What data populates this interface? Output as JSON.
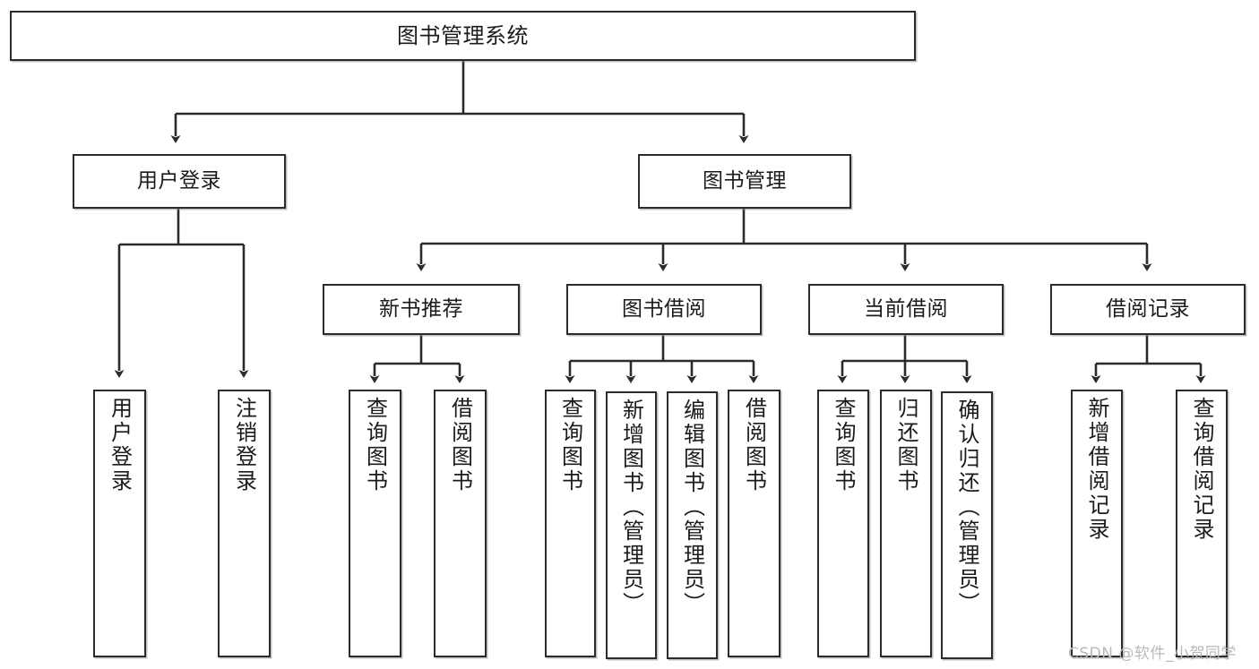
{
  "diagram": {
    "title": "图书管理系统",
    "type": "hierarchy-tree",
    "watermark": "CSDN @软件_小贺同学",
    "colors": {
      "box_border": "#2b2b2b",
      "box_fill": "#ffffff",
      "edge": "#2b2b2b",
      "text": "#1b1b1b",
      "watermark": "#b9b9b9"
    },
    "levels": {
      "root": [
        "图书管理系统"
      ],
      "level2": [
        "用户登录",
        "图书管理"
      ],
      "level3": [
        "新书推荐",
        "图书借阅",
        "当前借阅",
        "借阅记录"
      ],
      "leaves": [
        "用户登录",
        "注销登录",
        "查询图书",
        "借阅图书",
        "查询图书",
        "新增图书（管理员）",
        "编辑图书（管理员）",
        "借阅图书",
        "查询图书",
        "归还图书",
        "确认归还（管理员）",
        "新增借阅记录",
        "查询借阅记录"
      ]
    },
    "nodes": {
      "root": {
        "label": "图书管理系统"
      },
      "user_login": {
        "label": "用户登录"
      },
      "book_manage": {
        "label": "图书管理"
      },
      "new_book_rec": {
        "label": "新书推荐"
      },
      "book_borrow": {
        "label": "图书借阅"
      },
      "current_borrow": {
        "label": "当前借阅"
      },
      "borrow_record": {
        "label": "借阅记录"
      },
      "leaf_user_login": {
        "label": "用户登录"
      },
      "leaf_logout": {
        "label": "注销登录"
      },
      "leaf_query_book_1": {
        "label": "查询图书"
      },
      "leaf_borrow_book_1": {
        "label": "借阅图书"
      },
      "leaf_query_book_2": {
        "label": "查询图书"
      },
      "leaf_add_book_admin": {
        "label": "新增图书（管理员）"
      },
      "leaf_edit_book_admin": {
        "label": "编辑图书（管理员）"
      },
      "leaf_borrow_book_2": {
        "label": "借阅图书"
      },
      "leaf_query_book_3": {
        "label": "查询图书"
      },
      "leaf_return_book": {
        "label": "归还图书"
      },
      "leaf_confirm_return_admin": {
        "label": "确认归还（管理员）"
      },
      "leaf_add_borrow_record": {
        "label": "新增借阅记录"
      },
      "leaf_query_borrow_record": {
        "label": "查询借阅记录"
      }
    },
    "edges": [
      {
        "from": "图书管理系统",
        "to": "用户登录"
      },
      {
        "from": "图书管理系统",
        "to": "图书管理"
      },
      {
        "from": "用户登录",
        "to": "用户登录"
      },
      {
        "from": "用户登录",
        "to": "注销登录"
      },
      {
        "from": "图书管理",
        "to": "新书推荐"
      },
      {
        "from": "图书管理",
        "to": "图书借阅"
      },
      {
        "from": "图书管理",
        "to": "当前借阅"
      },
      {
        "from": "图书管理",
        "to": "借阅记录"
      },
      {
        "from": "新书推荐",
        "to": "查询图书"
      },
      {
        "from": "新书推荐",
        "to": "借阅图书"
      },
      {
        "from": "图书借阅",
        "to": "查询图书"
      },
      {
        "from": "图书借阅",
        "to": "新增图书（管理员）"
      },
      {
        "from": "图书借阅",
        "to": "编辑图书（管理员）"
      },
      {
        "from": "图书借阅",
        "to": "借阅图书"
      },
      {
        "from": "当前借阅",
        "to": "查询图书"
      },
      {
        "from": "当前借阅",
        "to": "归还图书"
      },
      {
        "from": "当前借阅",
        "to": "确认归还（管理员）"
      },
      {
        "from": "借阅记录",
        "to": "新增借阅记录"
      },
      {
        "from": "借阅记录",
        "to": "查询借阅记录"
      }
    ]
  }
}
